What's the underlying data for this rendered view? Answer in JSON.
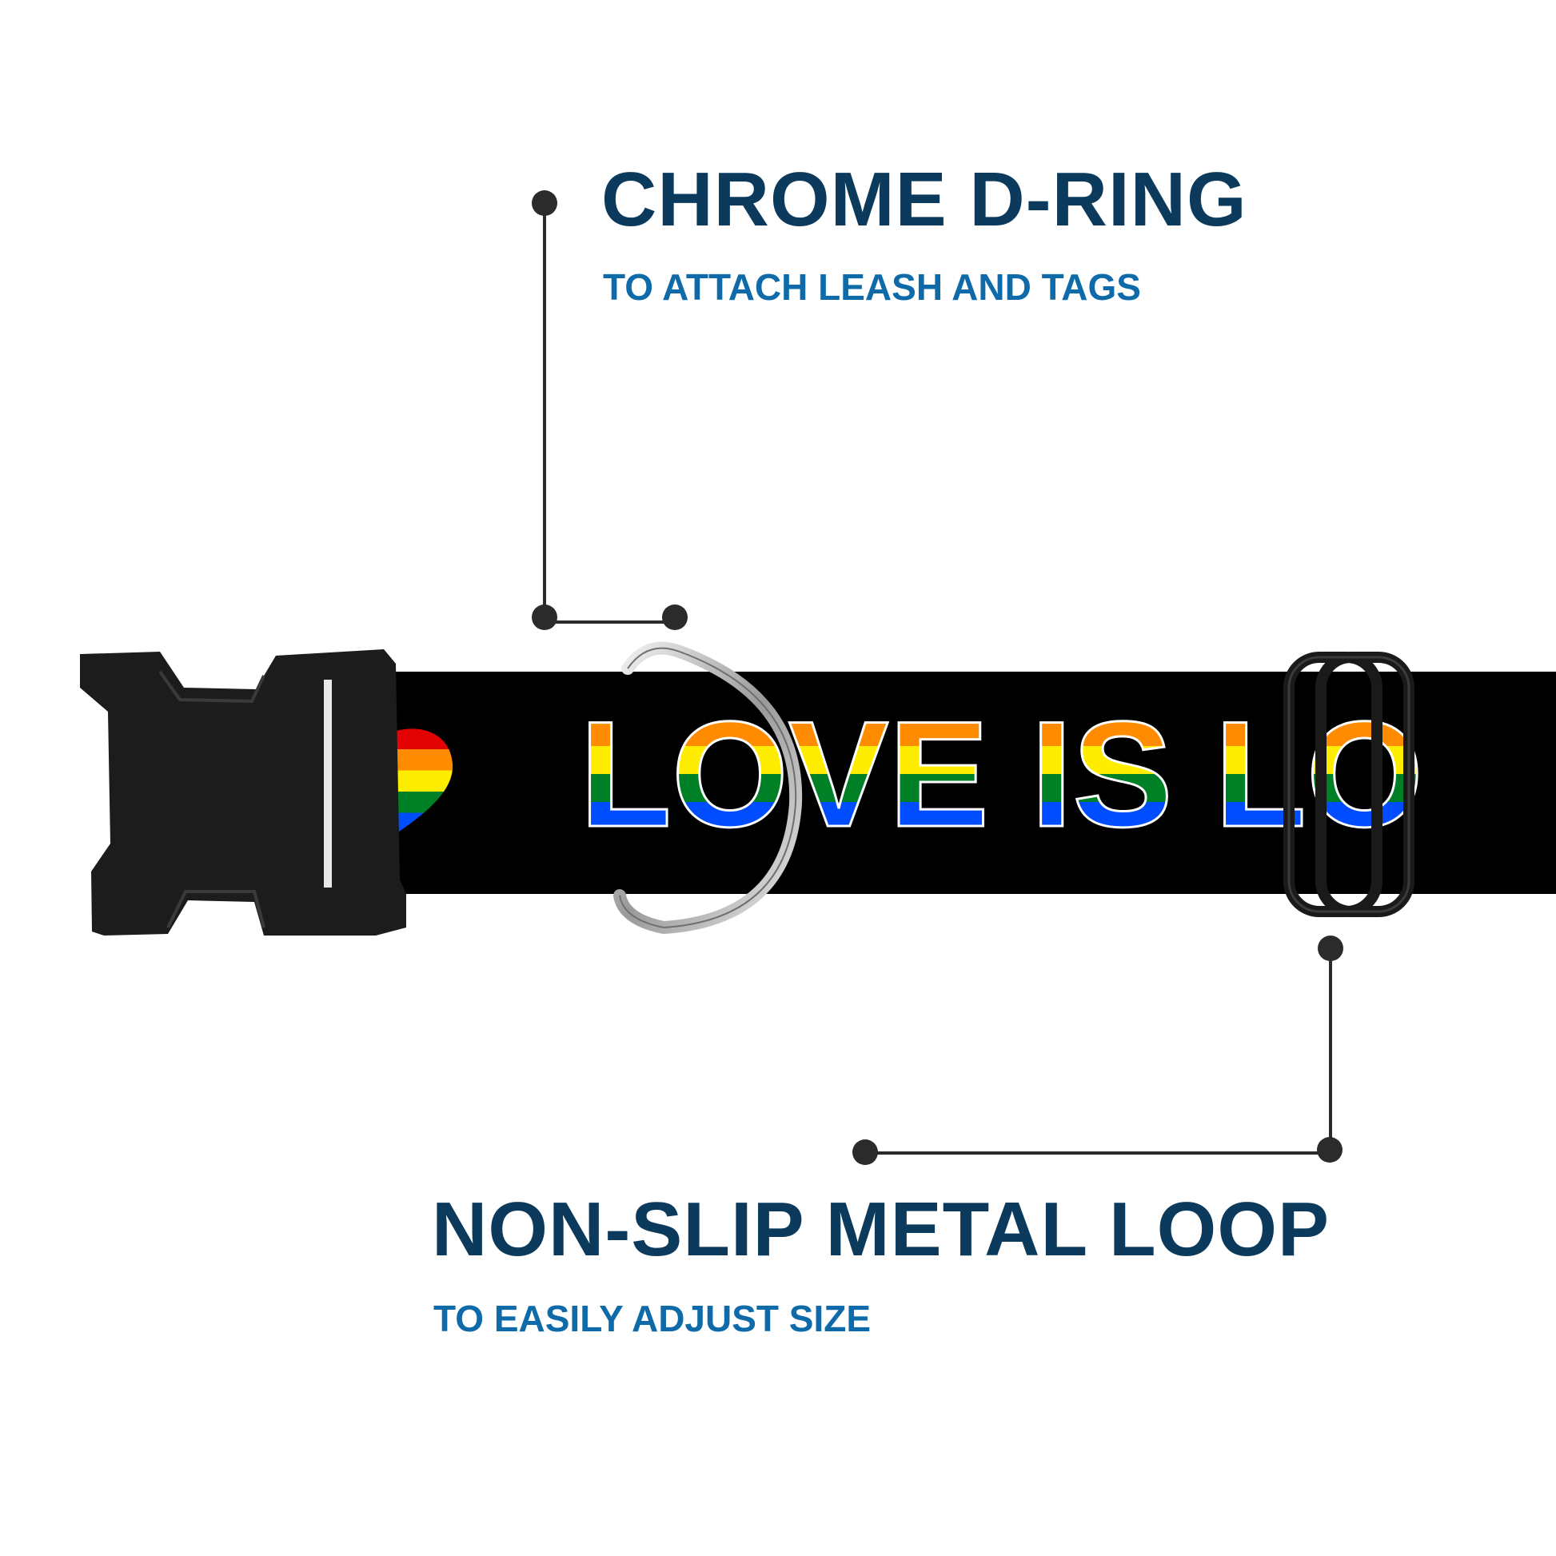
{
  "callouts": {
    "d_ring": {
      "title": "CHROME D-RING",
      "subtitle": "TO ATTACH LEASH AND TAGS"
    },
    "metal_loop": {
      "title": "NON-SLIP METAL LOOP",
      "subtitle": "TO EASILY ADJUST SIZE"
    }
  },
  "collar": {
    "print_text": "LOVE IS LO",
    "band_color": "#000000",
    "rainbow": [
      "#e40303",
      "#ff8c00",
      "#ffed00",
      "#008026",
      "#004dff",
      "#750787"
    ],
    "buckle_color": "#1c1c1c",
    "ring_color": "#c9c9c9"
  },
  "colors": {
    "title": "#0b3a5c",
    "subtitle": "#0e6aa8",
    "leader_line": "#2b2b2b"
  }
}
